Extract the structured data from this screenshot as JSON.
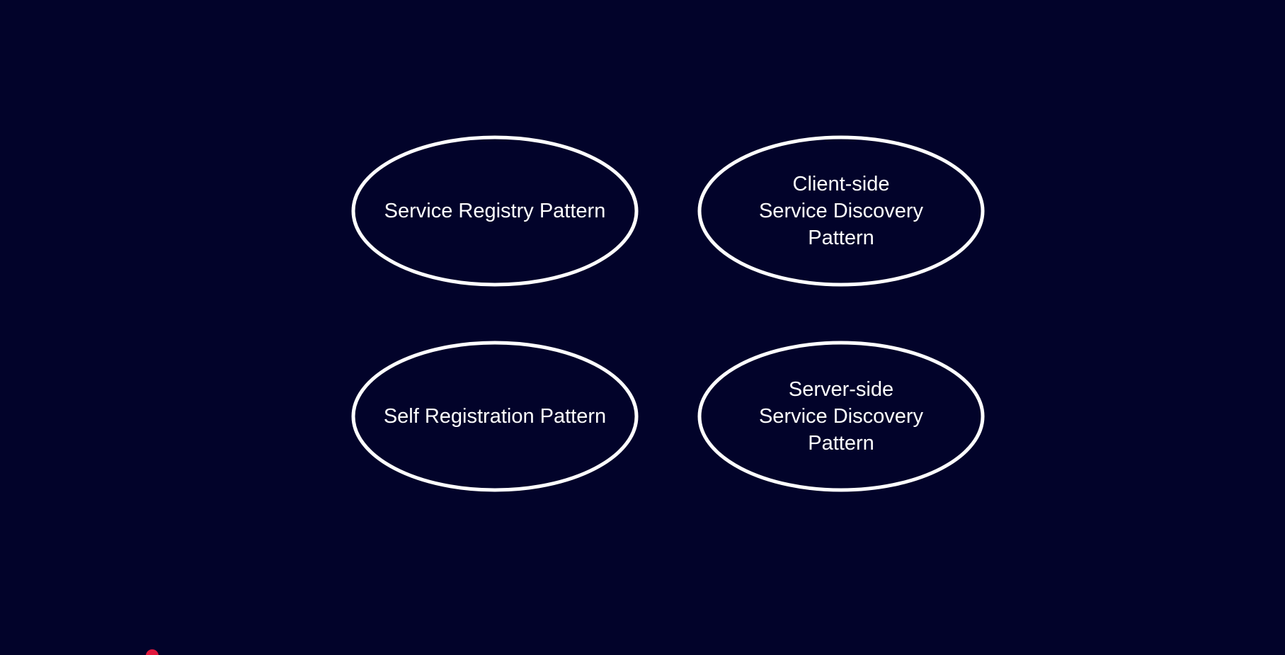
{
  "diagram": {
    "background_color": "#02032a",
    "stroke_color": "#ffffff",
    "text_color": "#ffffff",
    "nodes": [
      {
        "id": "service-registry",
        "lines": [
          "Service Registry Pattern"
        ]
      },
      {
        "id": "client-side-discovery",
        "lines": [
          "Client-side",
          "Service Discovery",
          "Pattern"
        ]
      },
      {
        "id": "self-registration",
        "lines": [
          "Self Registration Pattern"
        ]
      },
      {
        "id": "server-side-discovery",
        "lines": [
          "Server-side",
          "Service Discovery",
          "Pattern"
        ]
      }
    ]
  },
  "cursor": {
    "icon": "cursor-dot-icon",
    "color": "#e0183c"
  }
}
